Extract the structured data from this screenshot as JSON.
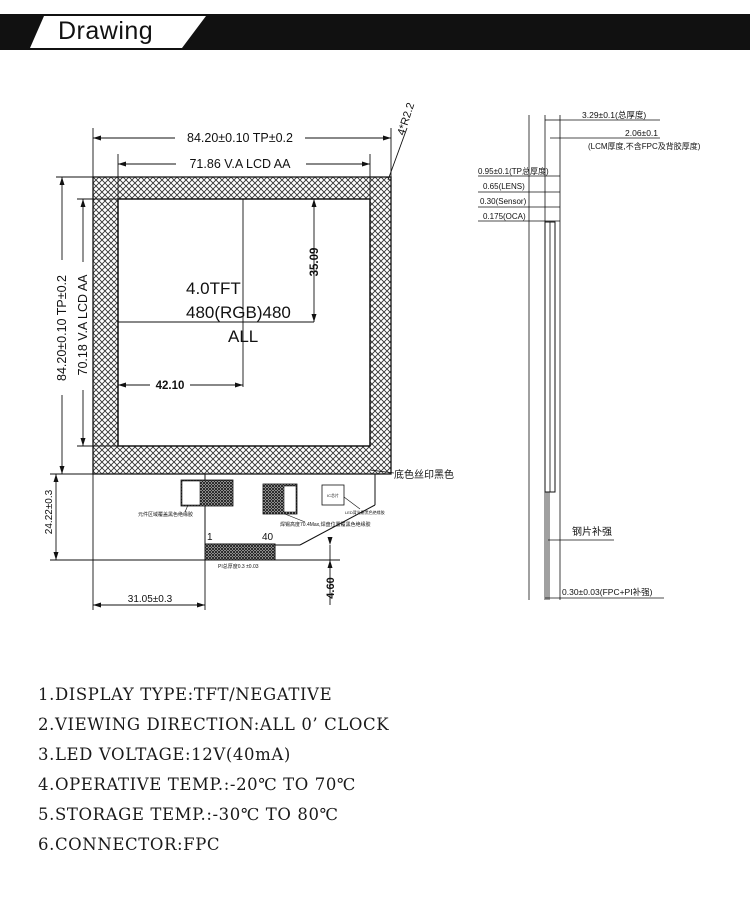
{
  "header": {
    "title": "Drawing"
  },
  "front_view": {
    "outer_width": "84.20±0.10 TP±0.2",
    "va_width": "71.86 V.A LCD AA",
    "outer_height": "84.20±0.10 TP±0.2",
    "va_height": "70.18 V.A LCD AA",
    "corner_radius": "4*R2.2",
    "center_line_1": "4.0TFT",
    "center_line_2": "480(RGB)480",
    "center_line_3": "ALL",
    "dim_top_to_center": "35.09",
    "dim_left_to_center": "42.10",
    "border_note": "底色丝印黑色",
    "tail_height": "24.22±0.3",
    "tail_offset": "31.05±0.3",
    "tail_length": "4.60",
    "note_left_component": "元件区域覆盖黑色绝缘胶",
    "note_right_component": "焊锡高度70.4Max,焊盘位置覆黑色绝缘胶",
    "ic_label": "IC芯片",
    "ic_note": "LED背光覆黑色绝缘胶",
    "pin_first": "1",
    "pin_last": "40",
    "pitch_note": "PI总厚度0.3 ±0.03"
  },
  "side_view": {
    "total_thickness": "3.29±0.1(总厚度)",
    "lcm_thickness": "2.06±0.1",
    "lcm_note": "(LCM厚度,不含FPC及背胶厚度)",
    "tp_thickness": "0.95±0.1(TP总厚度)",
    "lens": "0.65(LENS)",
    "sensor": "0.30(Sensor)",
    "oca": "0.175(OCA)",
    "steel_stiffener": "钢片补强",
    "fpc_thickness": "0.30±0.03(FPC+PI补强)"
  },
  "specs": [
    "1.DISPLAY TYPE:TFT/NEGATIVE",
    "2.VIEWING DIRECTION:ALL 0’ CLOCK",
    "3.LED VOLTAGE:12V(40mA)",
    "4.OPERATIVE TEMP.:-20℃ TO 70℃",
    "5.STORAGE TEMP.:-30℃ TO 80℃",
    "6.CONNECTOR:FPC"
  ]
}
